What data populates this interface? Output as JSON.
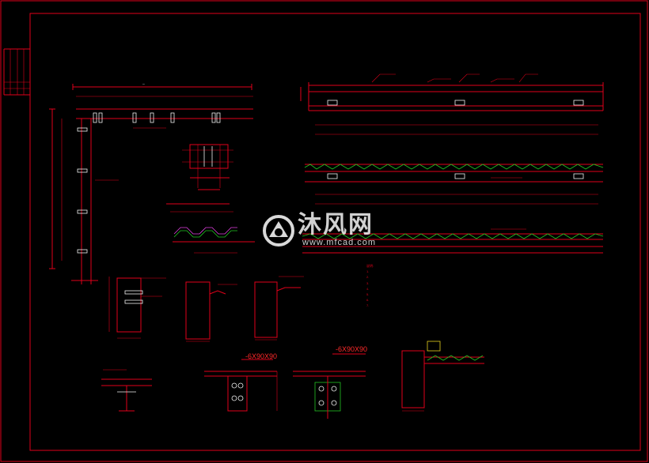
{
  "drawing": {
    "watermark_cn": "沐风网",
    "watermark_url": "www.mfcad.com",
    "detail_title_a": "-6X90X90",
    "detail_title_b": "-6X90X90",
    "notes": [
      "说明:",
      "1. ",
      "2. ",
      "3. ",
      "4. ",
      "5. ",
      "6. ",
      " ",
      " ",
      "7. "
    ]
  },
  "colors": {
    "line": "#e0001a",
    "hardware": "#f2f2f2",
    "accent": "#22c422",
    "background": "#000000"
  }
}
